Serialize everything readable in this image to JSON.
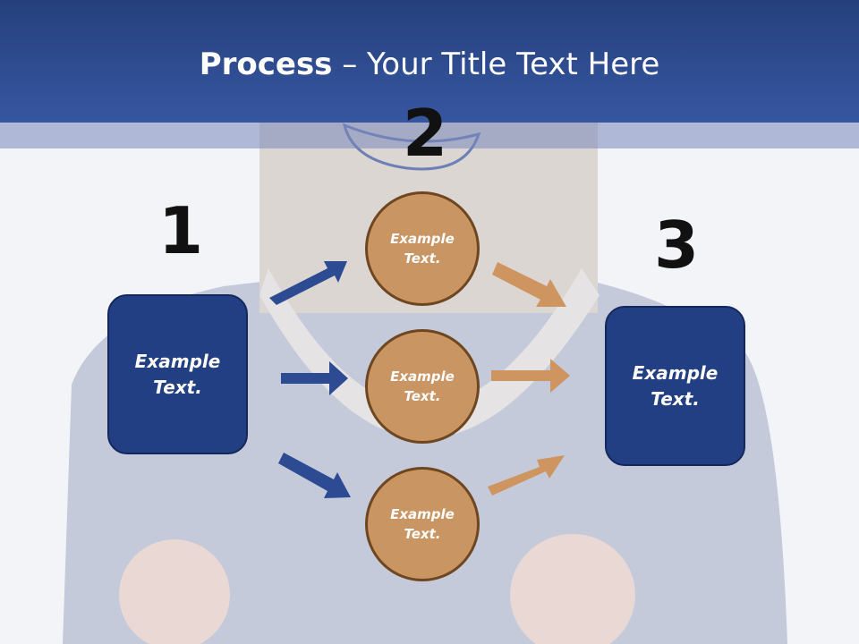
{
  "title": {
    "bold": "Process",
    "rest": " – Your Title Text Here"
  },
  "numbers": {
    "one": "1",
    "two": "2",
    "three": "3"
  },
  "left_box": {
    "text": "Example\nText."
  },
  "right_box": {
    "text": "Example\nText."
  },
  "circles": [
    {
      "text": "Example\nText."
    },
    {
      "text": "Example\nText."
    },
    {
      "text": "Example\nText."
    }
  ],
  "colors": {
    "header": "#2c4b92",
    "box_fill": "#223f83",
    "circle_fill": "#c99562",
    "blue_arrow": "#2c4b92",
    "orange_arrow": "#cf9561"
  }
}
